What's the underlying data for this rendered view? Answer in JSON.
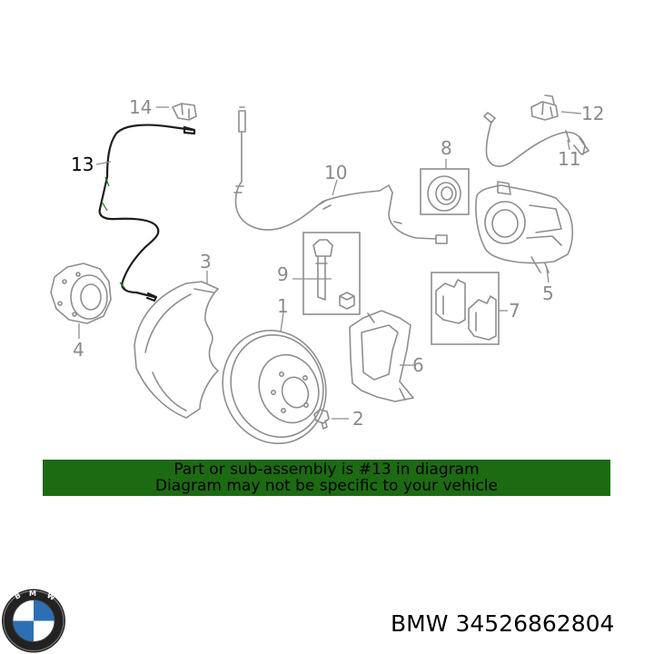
{
  "callouts": {
    "c1": "1",
    "c2": "2",
    "c3": "3",
    "c4": "4",
    "c5": "5",
    "c6": "6",
    "c7": "7",
    "c8": "8",
    "c9": "9",
    "c10": "10",
    "c11": "11",
    "c12": "12",
    "c13": "13",
    "c14": "14"
  },
  "highlighted_callout": "13",
  "colors": {
    "banner": "#1c6b12",
    "part_lines": "#8e8e8e",
    "highlight": "#1d1d1d"
  },
  "banner": {
    "line1": "Part or sub-assembly is #13 in diagram",
    "line2": "Diagram may not be specific to your vehicle"
  },
  "part": {
    "brand": "BMW",
    "number": "34526862804"
  },
  "logo": {
    "icon": "bmw-logo-icon",
    "lettering": "BMW"
  }
}
